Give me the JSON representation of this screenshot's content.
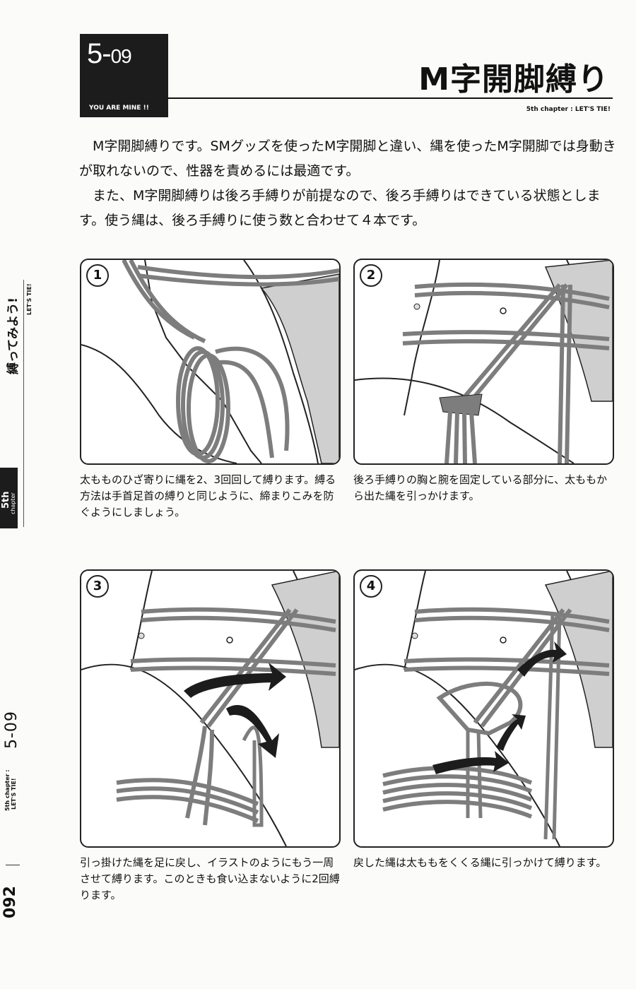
{
  "section": {
    "number_main": "5-",
    "number_sub": "09",
    "tagline": "YOU ARE MINE !!"
  },
  "title": "M字開脚縛り",
  "chapter_tag": "5th chapter : LET'S TIE!",
  "intro": [
    "M字開脚縛りです。SMグッズを使ったM字開脚と違い、縄を使ったM字開脚では身動きが取れないので、性器を責めるには最適です。",
    "また、M字開脚縛りは後ろ手縛りが前提なので、後ろ手縛りはできている状態とします。使う縄は、後ろ手縛りに使う数と合わせて４本です。"
  ],
  "steps": [
    {
      "number": "1",
      "caption": "太もものひざ寄りに縄を2、3回回して縛ります。縛る方法は手首足首の縛りと同じように、締まりこみを防ぐようにしましょう。"
    },
    {
      "number": "2",
      "caption": "後ろ手縛りの胸と腕を固定している部分に、太ももから出た縄を引っかけます。"
    },
    {
      "number": "3",
      "caption": "引っ掛けた縄を足に戻し、イラストのようにもう一周させて縛ります。このときも食い込まないように2回縛ります。"
    },
    {
      "number": "4",
      "caption": "戻した縄は太ももをくくる縄に引っかけて縛ります。"
    }
  ],
  "side": {
    "chapter_title": "縛ってみよう!",
    "chapter_sub": "LET'S TIE!",
    "tab_label": "5th",
    "tab_sub": "chapter",
    "section_number": "5-09",
    "footer_chapter": "5th chapter :",
    "footer_sub": "LET'S TIE!",
    "page_number": "092"
  },
  "colors": {
    "rope": "#7d7d7d",
    "ink": "#222222",
    "shade": "#cfcfcf"
  }
}
